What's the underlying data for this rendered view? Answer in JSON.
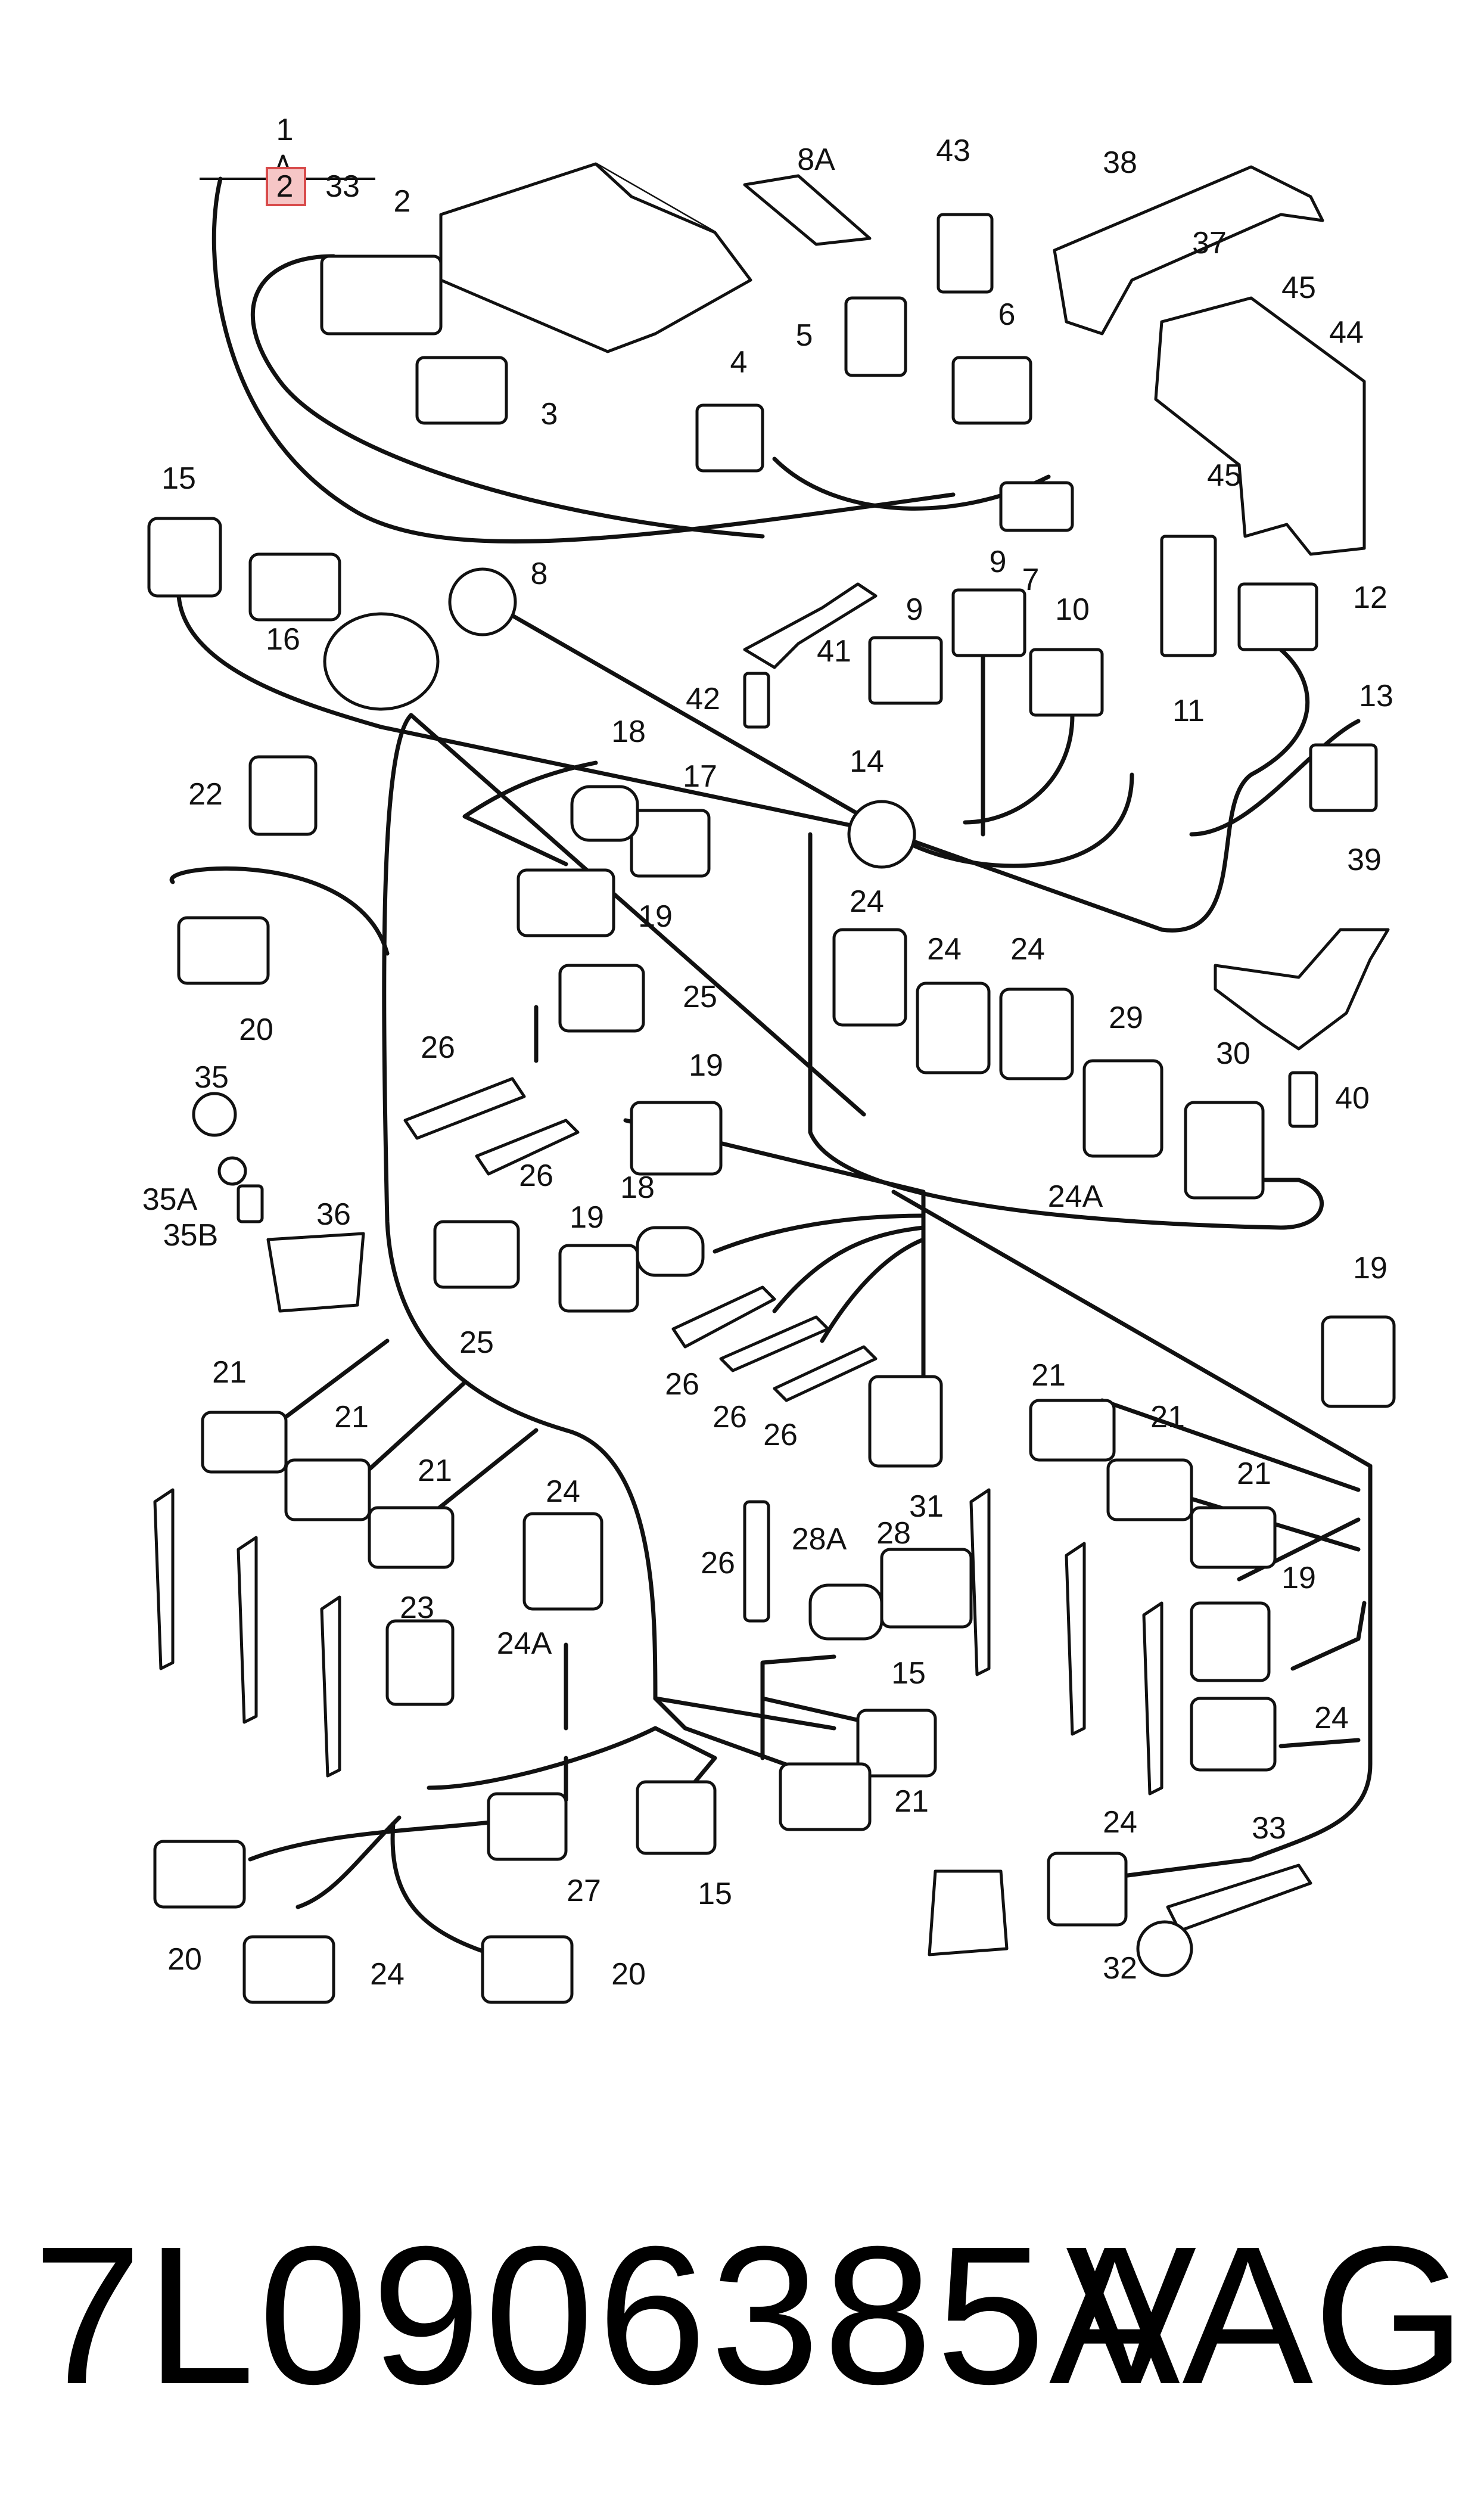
{
  "diagram": {
    "callouts": [
      "1",
      "2",
      "33",
      "2",
      "3",
      "8A",
      "43",
      "38",
      "37",
      "45",
      "44",
      "45",
      "4",
      "5",
      "6",
      "7",
      "15",
      "16",
      "8",
      "42",
      "41",
      "9",
      "9",
      "10",
      "11",
      "12",
      "13",
      "22",
      "18",
      "17",
      "19",
      "14",
      "24",
      "24",
      "24",
      "39",
      "20",
      "25",
      "26",
      "35",
      "26",
      "19",
      "29",
      "30",
      "40",
      "35A",
      "35B",
      "36",
      "18",
      "19",
      "24A",
      "25",
      "26",
      "26",
      "26",
      "31",
      "19",
      "21",
      "21",
      "21",
      "21",
      "21",
      "21",
      "24",
      "23",
      "24A",
      "26",
      "28A",
      "28",
      "15",
      "19",
      "24",
      "20",
      "24",
      "20",
      "27",
      "15",
      "21",
      "24",
      "33",
      "32"
    ],
    "highlighted_callout": "2"
  },
  "footer": {
    "part_number": "7L0906385A",
    "brand": "VAG"
  }
}
